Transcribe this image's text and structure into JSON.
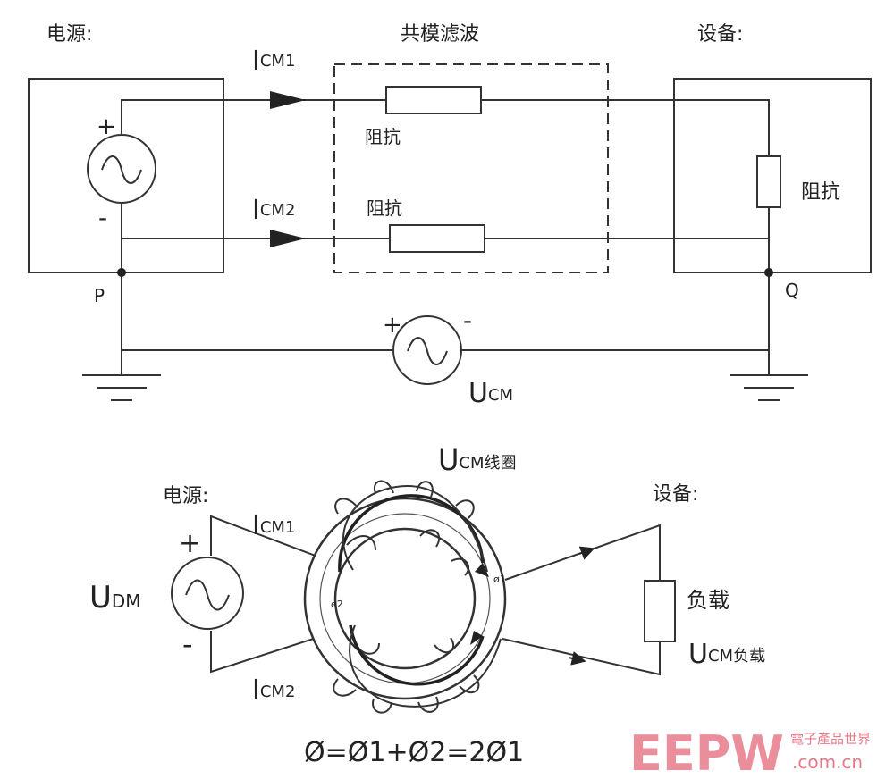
{
  "top": {
    "source_label": "电源:",
    "filter_label": "共模滤波",
    "device_label": "设备:",
    "i1_main": "I",
    "i1_sub": "CM1",
    "i2_main": "I",
    "i2_sub": "CM2",
    "impedance_upper": "阻抗",
    "impedance_lower": "阻抗",
    "impedance_device": "阻抗",
    "plus": "+",
    "minus": "-",
    "node_p": "P",
    "node_q": "Q",
    "ucm_main": "U",
    "ucm_sub": "CM",
    "src_plus": "+",
    "src_minus": "-"
  },
  "bottom": {
    "source_label": "电源:",
    "device_label": "设备:",
    "udm_main": "U",
    "udm_sub": "DM",
    "plus": "+",
    "minus": "-",
    "i1_main": "I",
    "i1_sub": "CM1",
    "i2_main": "I",
    "i2_sub": "CM2",
    "ucoil_main": "U",
    "ucoil_sub": "CM线圈",
    "phi1": "ø1",
    "phi2": "ø2",
    "load_label": "负载",
    "uload_main": "U",
    "uload_sub": "CM负载",
    "formula": "Ø=Ø1+Ø2=2Ø1"
  },
  "watermark": {
    "logo": "EEPW",
    "cn": "電子產品世界",
    "site": ".com.cn",
    "color": "#e87a8a"
  }
}
